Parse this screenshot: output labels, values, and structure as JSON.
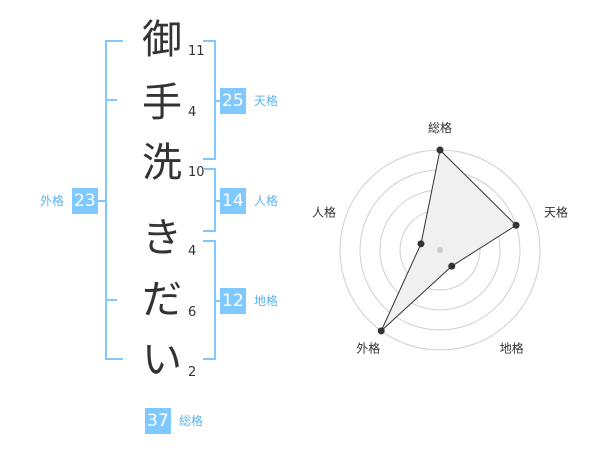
{
  "characters": [
    {
      "char": "御",
      "strokes": "11"
    },
    {
      "char": "手",
      "strokes": "4"
    },
    {
      "char": "洗",
      "strokes": "10"
    },
    {
      "char": "き",
      "strokes": "4"
    },
    {
      "char": "だ",
      "strokes": "6"
    },
    {
      "char": "い",
      "strokes": "2"
    }
  ],
  "kaku": {
    "tenkaku": {
      "value": "25",
      "label": "天格"
    },
    "jinkaku": {
      "value": "14",
      "label": "人格"
    },
    "chikaku": {
      "value": "12",
      "label": "地格"
    },
    "gaikaku": {
      "value": "23",
      "label": "外格"
    },
    "soukaku": {
      "value": "37",
      "label": "総格"
    }
  },
  "chart_data": {
    "type": "radar",
    "axes": [
      "総格",
      "天格",
      "地格",
      "外格",
      "人格"
    ],
    "values": [
      5,
      4,
      1,
      5,
      1
    ],
    "scale_max": 5,
    "rings": 5
  },
  "colors": {
    "accent": "#7fc9ff",
    "label": "#5ab4ee",
    "text": "#333333"
  }
}
